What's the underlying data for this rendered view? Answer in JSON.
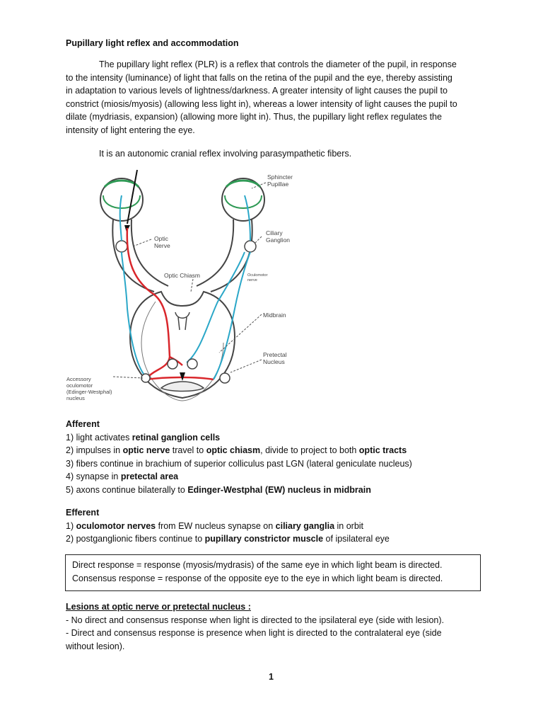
{
  "document": {
    "title": "Pupillary light reflex and accommodation",
    "intro_lines": [
      "The pupillary light reflex (PLR) is a reflex that controls the diameter of the pupil, in response",
      "to the intensity (luminance) of light that falls on the retina of the pupil and the eye, thereby assisting",
      "in adaptation to various levels of lightness/darkness. A greater intensity of light causes the pupil to",
      "constrict (miosis/myosis) (allowing less light in), whereas a lower intensity of light causes the pupil to",
      "dilate (mydriasis, expansion) (allowing more light in). Thus, the pupillary light reflex regulates the",
      "intensity of light entering the eye."
    ],
    "autonomic_line": "It is an autonomic cranial reflex involving parasympathetic fibers."
  },
  "diagram": {
    "labels": {
      "sphincter_1": "Sphincter",
      "sphincter_2": "Pupillae",
      "optic_nerve_1": "Optic",
      "optic_nerve_2": "Nerve",
      "ciliary_1": "Ciliary",
      "ciliary_2": "Ganglion",
      "optic_chiasm": "Optic Chiasm",
      "oculomotor_1": "Oculomotor",
      "oculomotor_2": "nerve",
      "midbrain": "Midbrain",
      "pretectal_1": "Pretectal",
      "pretectal_2": "Nucleus",
      "accessory_1": "Accessory",
      "accessory_2": "oculomotor",
      "accessory_3": "(Edinger-Westphal)",
      "accessory_4": "nucleus"
    },
    "colors": {
      "afferent": "#d9262b",
      "efferent": "#2aa7c8",
      "retina": "#2f9a55",
      "outline": "#444444"
    }
  },
  "afferent": {
    "heading": "Afferent",
    "items": [
      {
        "parts": [
          {
            "t": "1) light activates ",
            "b": false
          },
          {
            "t": "retinal ganglion cells",
            "b": true
          }
        ]
      },
      {
        "parts": [
          {
            "t": "2) impulses in ",
            "b": false
          },
          {
            "t": "optic nerve",
            "b": true
          },
          {
            "t": " travel to ",
            "b": false
          },
          {
            "t": "optic chiasm",
            "b": true
          },
          {
            "t": ", divide to project to both ",
            "b": false
          },
          {
            "t": "optic tracts",
            "b": true
          }
        ]
      },
      {
        "parts": [
          {
            "t": "3) fibers continue in brachium of superior colliculus past LGN (lateral geniculate nucleus)",
            "b": false
          }
        ]
      },
      {
        "parts": [
          {
            "t": "4) synapse in ",
            "b": false
          },
          {
            "t": "pretectal area",
            "b": true
          }
        ]
      },
      {
        "parts": [
          {
            "t": "5) axons continue bilaterally to ",
            "b": false
          },
          {
            "t": "Edinger-Westphal (EW) nucleus in midbrain",
            "b": true
          }
        ]
      }
    ]
  },
  "efferent": {
    "heading": "Efferent",
    "items": [
      {
        "parts": [
          {
            "t": "1) ",
            "b": false
          },
          {
            "t": "oculomotor nerves",
            "b": true
          },
          {
            "t": " from EW nucleus synapse on ",
            "b": false
          },
          {
            "t": "ciliary ganglia",
            "b": true
          },
          {
            "t": " in orbit",
            "b": false
          }
        ]
      },
      {
        "parts": [
          {
            "t": "2) postganglionic fibers continue to ",
            "b": false
          },
          {
            "t": "pupillary constrictor muscle",
            "b": true
          },
          {
            "t": " of ipsilateral eye",
            "b": false
          }
        ]
      }
    ]
  },
  "definitions": {
    "direct": "Direct response = response (myosis/mydrasis) of the same eye in which light beam is directed.",
    "consensus": "Consensus response = response of the opposite eye to the eye in which light beam is directed."
  },
  "lesions": {
    "heading": "Lesions at optic nerve or pretectal nucleus :",
    "lines": [
      "- No direct and consensus response when light is directed to the ipsilateral eye (side with lesion).",
      "- Direct and consensus response is presence when light is directed to the contralateral eye (side",
      "without lesion)."
    ]
  },
  "page_number": "1"
}
